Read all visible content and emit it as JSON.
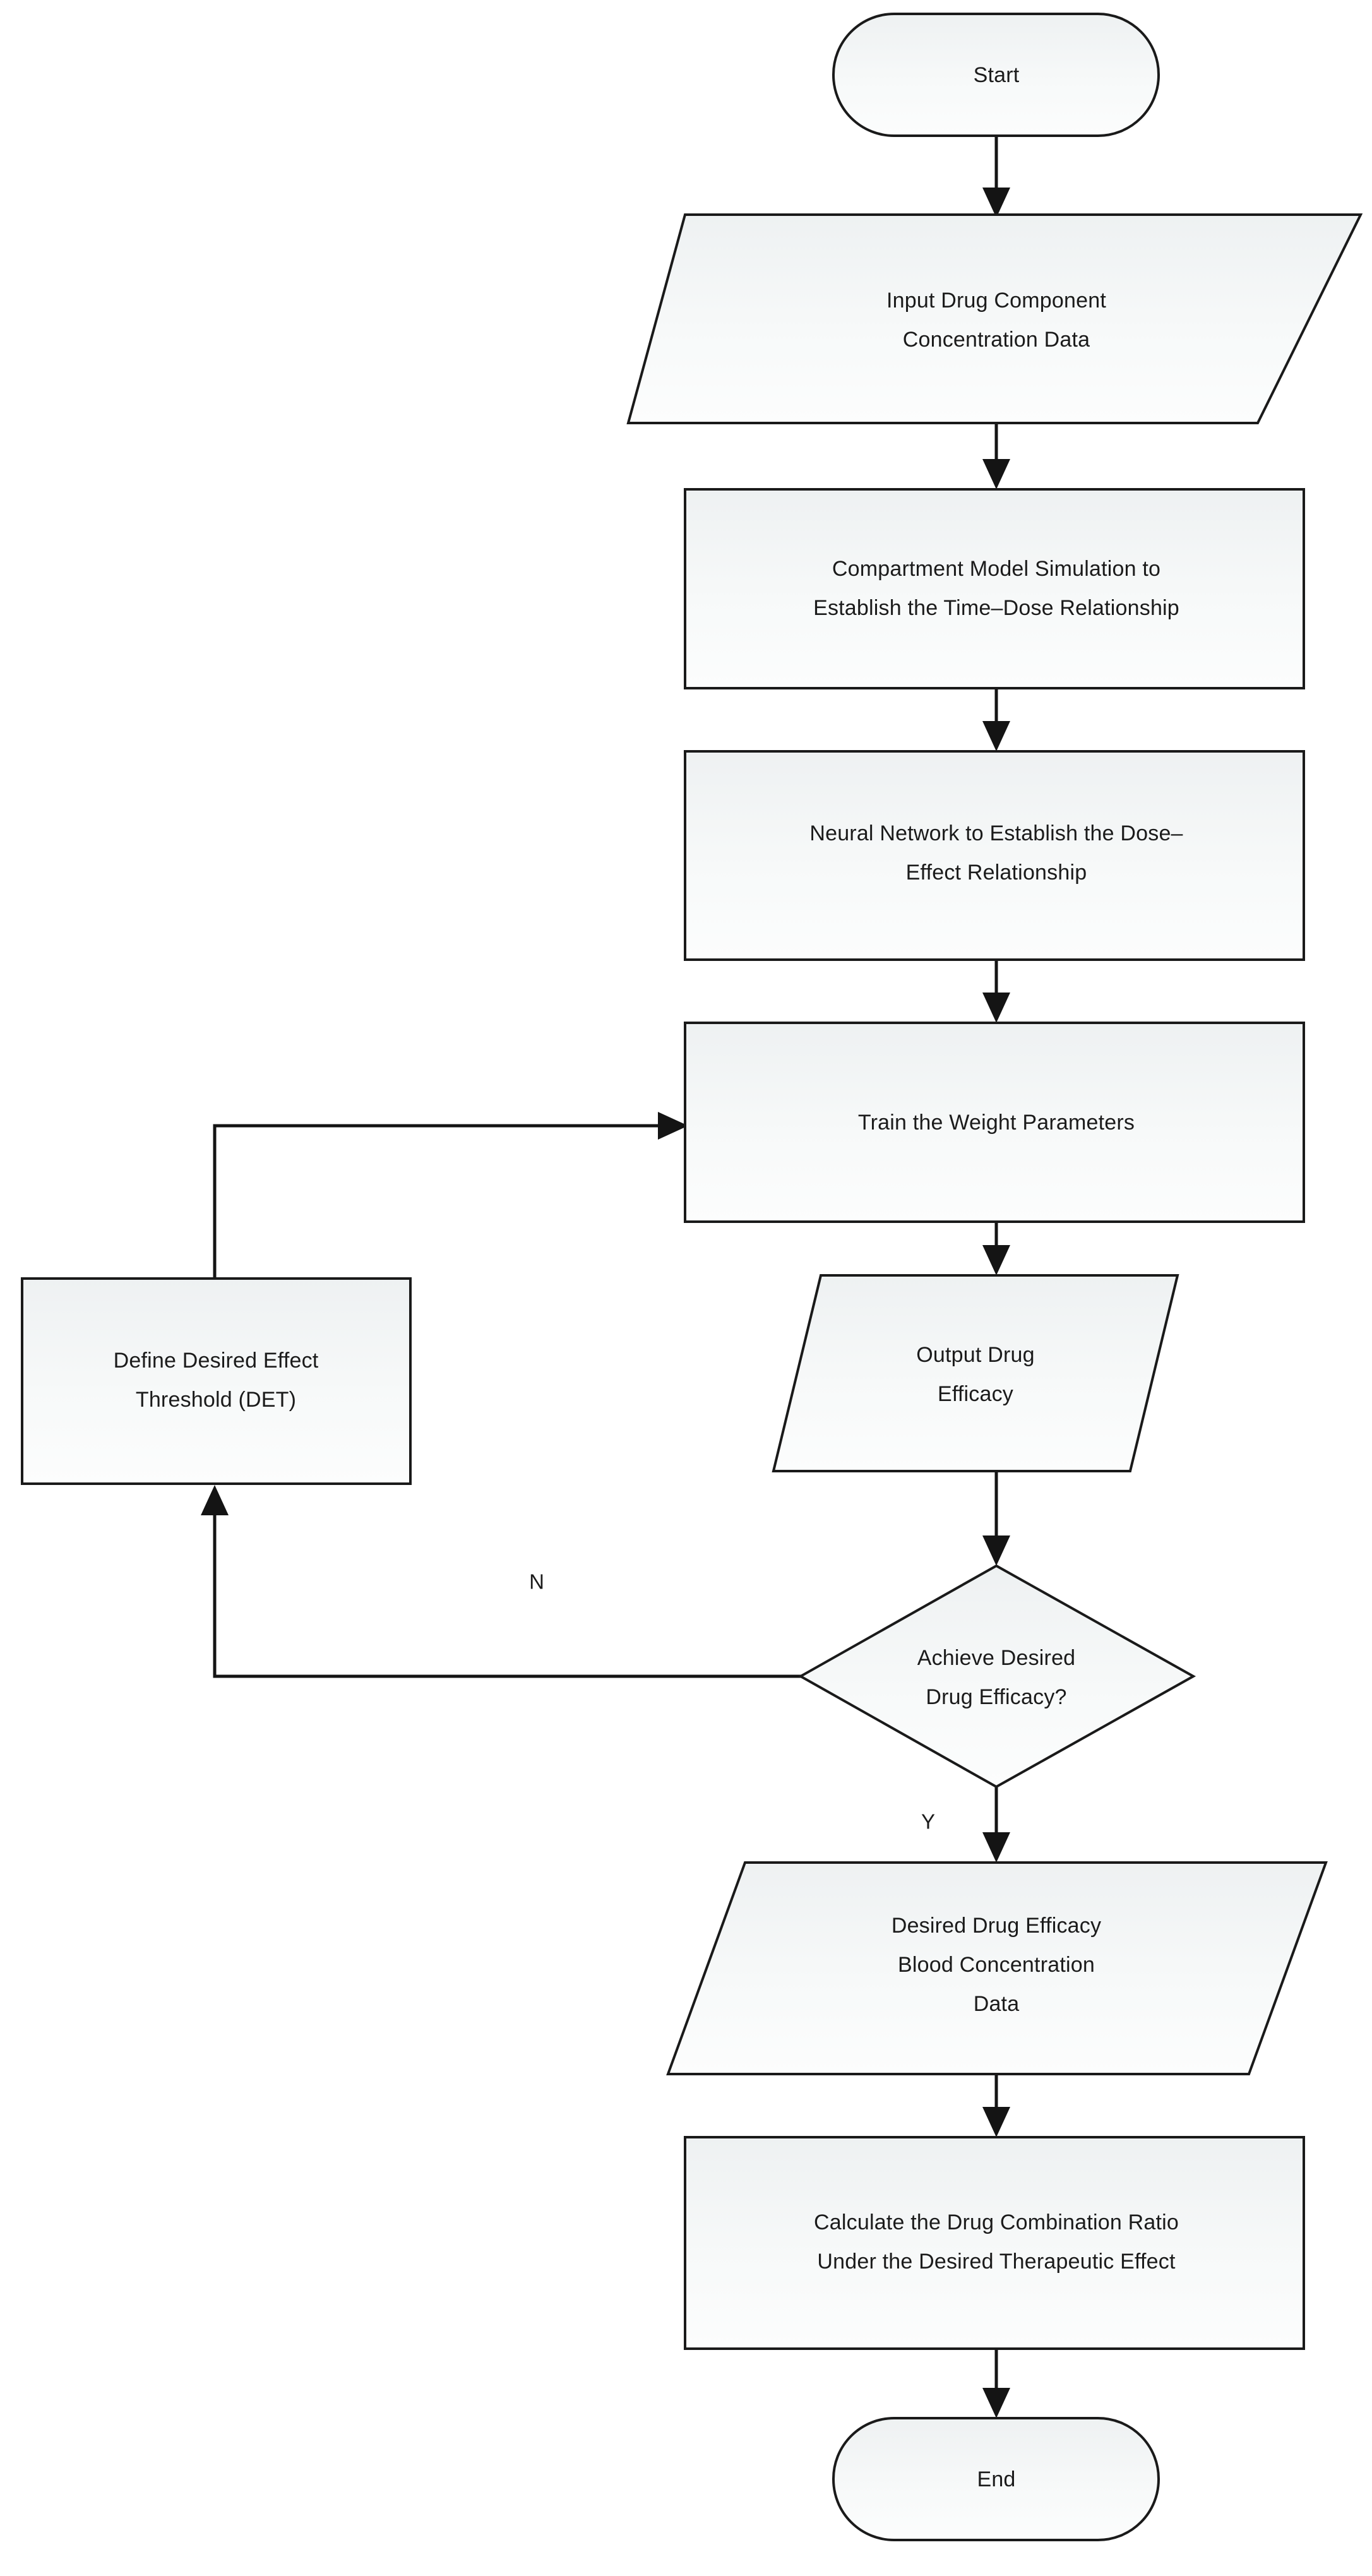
{
  "diagram": {
    "type": "flowchart",
    "orientation": "top-to-bottom",
    "style": {
      "node_fill_top": "#f2f4f5",
      "node_fill_bottom": "#fbfcfc",
      "node_stroke": "#1a1a1a",
      "edge_color": "#141414",
      "background": "#ffffff",
      "text_color": "#1b1b1b"
    },
    "nodes": [
      {
        "id": "start",
        "shape": "stadium",
        "label": "Start",
        "lines": [
          "Start"
        ]
      },
      {
        "id": "input_data",
        "shape": "parallelogram",
        "label": "Input Drug Component Concentration Data",
        "lines": [
          "Input Drug Component",
          "Concentration Data"
        ]
      },
      {
        "id": "compartment_model",
        "shape": "rectangle",
        "label": "Compartment Model Simulation to Establish the Time–Dose Relationship",
        "lines": [
          "Compartment Model Simulation to",
          "Establish the Time–Dose Relationship"
        ]
      },
      {
        "id": "neural_network",
        "shape": "rectangle",
        "label": "Neural Network to Establish the Dose–Effect Relationship",
        "lines": [
          "Neural Network to Establish the Dose–",
          "Effect Relationship"
        ]
      },
      {
        "id": "train_weights",
        "shape": "rectangle",
        "label": "Train the Weight Parameters",
        "lines": [
          "Train the Weight Parameters"
        ]
      },
      {
        "id": "define_det",
        "shape": "rectangle",
        "label": "Define Desired Effect Threshold (DET)",
        "lines": [
          "Define Desired Effect",
          "Threshold (DET)"
        ]
      },
      {
        "id": "output_efficacy",
        "shape": "parallelogram",
        "label": "Output Drug Efficacy",
        "lines": [
          "Output Drug",
          "Efficacy"
        ]
      },
      {
        "id": "decision_efficacy",
        "shape": "diamond",
        "label": "Achieve Desired Drug Efficacy?",
        "lines": [
          "Achieve Desired",
          "Drug Efficacy?"
        ]
      },
      {
        "id": "blood_concentration",
        "shape": "parallelogram",
        "label": "Desired Drug Efficacy Blood Concentration Data",
        "lines": [
          "Desired Drug Efficacy",
          "Blood Concentration",
          "Data"
        ]
      },
      {
        "id": "calculate_ratio",
        "shape": "rectangle",
        "label": "Calculate the Drug Combination Ratio Under the Desired Therapeutic Effect",
        "lines": [
          "Calculate the Drug Combination Ratio",
          "Under the Desired Therapeutic Effect"
        ]
      },
      {
        "id": "end",
        "shape": "stadium",
        "label": "End",
        "lines": [
          "End"
        ]
      }
    ],
    "edges": [
      {
        "id": "e1",
        "from": "start",
        "to": "input_data",
        "label": ""
      },
      {
        "id": "e2",
        "from": "input_data",
        "to": "compartment_model",
        "label": ""
      },
      {
        "id": "e3",
        "from": "compartment_model",
        "to": "neural_network",
        "label": ""
      },
      {
        "id": "e4",
        "from": "neural_network",
        "to": "train_weights",
        "label": ""
      },
      {
        "id": "e5",
        "from": "train_weights",
        "to": "output_efficacy",
        "label": ""
      },
      {
        "id": "e6",
        "from": "output_efficacy",
        "to": "decision_efficacy",
        "label": ""
      },
      {
        "id": "e7",
        "from": "decision_efficacy",
        "to": "define_det",
        "label": "N"
      },
      {
        "id": "e8",
        "from": "define_det",
        "to": "train_weights",
        "label": ""
      },
      {
        "id": "e9",
        "from": "decision_efficacy",
        "to": "blood_concentration",
        "label": "Y"
      },
      {
        "id": "e10",
        "from": "blood_concentration",
        "to": "calculate_ratio",
        "label": ""
      },
      {
        "id": "e11",
        "from": "calculate_ratio",
        "to": "end",
        "label": ""
      }
    ],
    "edge_labels": {
      "no_branch": "N",
      "yes_branch": "Y"
    }
  }
}
